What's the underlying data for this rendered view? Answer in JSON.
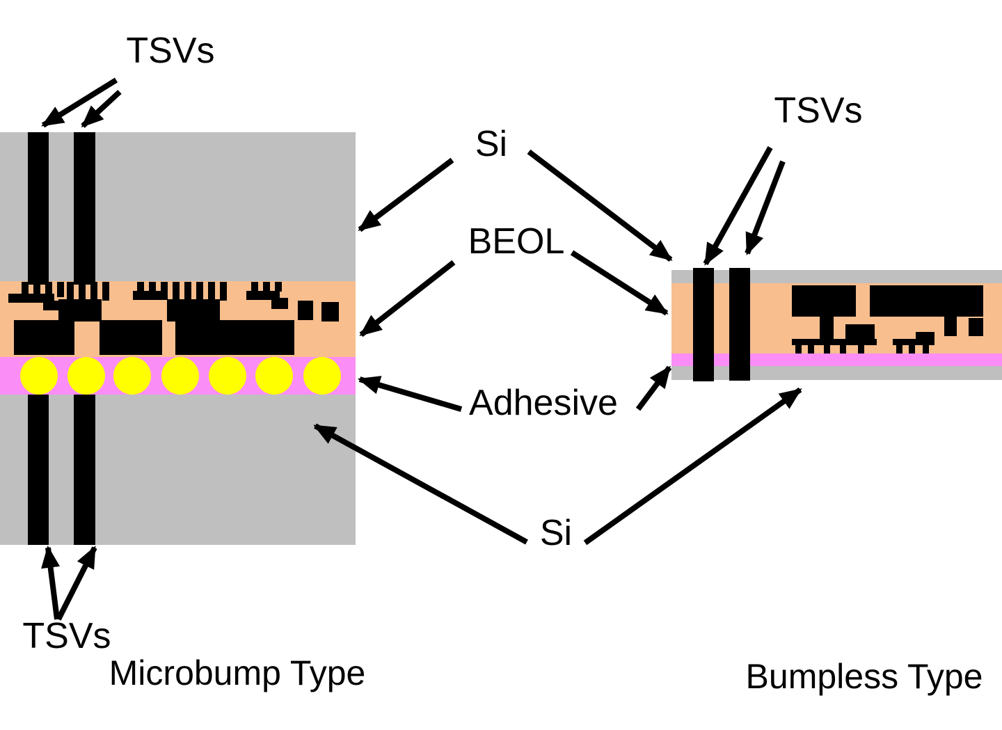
{
  "figure": {
    "left_caption": "Microbump Type",
    "right_caption": "Bumpless Type"
  },
  "labels": {
    "tsvs_top_left": "TSVs",
    "si_top": "Si",
    "beol": "BEOL",
    "adhesive": "Adhesive",
    "si_bottom": "Si",
    "tsvs_right": "TSVs",
    "tsvs_bottom_left": "TSVs"
  },
  "colors": {
    "si": "#BFBFBF",
    "beol": "#F8BE8E",
    "adhesive": "#FB8DF6",
    "microbump": "#FFFF00",
    "metal": "#000000",
    "text": "#000000",
    "background": "#FFFFFF"
  }
}
